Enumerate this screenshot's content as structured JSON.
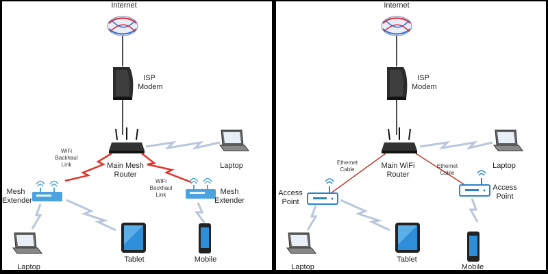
{
  "left": {
    "internet": "Internet",
    "modem": "ISP\nModem",
    "router": "Main Mesh\nRouter",
    "backhaul_left": "WiFi\nBackhaul\nLink",
    "backhaul_right": "WiFi\nBackhaul\nLink",
    "extender_left": "Mesh\nExtender",
    "extender_right": "Mesh\nExtender",
    "laptop_top": "Laptop",
    "laptop_bottom": "Laptop",
    "tablet": "Tablet",
    "mobile": "Mobile"
  },
  "right": {
    "internet": "Internet",
    "modem": "ISP\nModem",
    "router": "Main WiFi\nRouter",
    "cable_left": "Ethernet\nCable",
    "cable_right": "Ethernet\nCable",
    "ap_left": "Access\nPoint",
    "ap_right": "Access\nPoint",
    "laptop_top": "Laptop",
    "laptop_bottom": "Laptop",
    "tablet": "Tablet",
    "mobile": "Mobile"
  },
  "colors": {
    "backhaul_link": "#e0342b",
    "ethernet_cable": "#c0392b",
    "wifi_link": "#b8c6dc",
    "device_blue": "#4aa3df"
  }
}
